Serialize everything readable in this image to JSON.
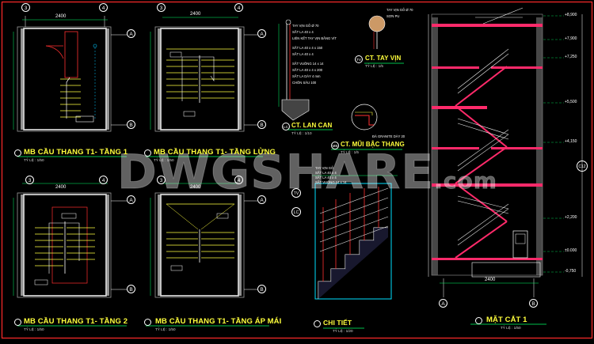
{
  "plans": {
    "p1": {
      "title": "MB CẦU THANG T1- TẦNG 1",
      "scale": "TỶ LỆ : 1/50",
      "axis_top": [
        "3",
        "4"
      ],
      "axis_side": [
        "A",
        "B"
      ],
      "dim_top": "2400"
    },
    "p2": {
      "title": "MB CẦU THANG T1- TẦNG LỬNG",
      "scale": "TỶ LỆ : 1/50",
      "axis_top": [
        "3",
        "4"
      ],
      "axis_side": [
        "A",
        "B"
      ],
      "dim_top": "2400"
    },
    "p3": {
      "title": "MB CẦU THANG T1- TẦNG 2",
      "scale": "TỶ LỆ : 1/50",
      "axis_top": [
        "3",
        "4"
      ],
      "axis_side": [
        "A",
        "B"
      ],
      "dim_top": "2400"
    },
    "p4": {
      "title": "MB CẦU THANG T1- TẦNG ÁP MÁI",
      "scale": "TỶ LỆ : 1/50",
      "axis_top": [
        "3",
        "4"
      ],
      "axis_side": [
        "A",
        "B"
      ],
      "dim_top": "2400"
    }
  },
  "details": {
    "lancan": {
      "title": "CT. LAN CAN",
      "scale": "TỶ LỆ : 1/10",
      "notes": [
        "TAY VỊN GỖ Ø 70",
        "SẮT LA 40 x 4",
        "LIÊN KẾT TAY VỊN BẰNG VÍT",
        "SẮT LA 40 x 4 x 150",
        "SẮT LA 40 x 4",
        "SẮT VUÔNG 14 x 14",
        "SẮT LA 40 x 4 x 200",
        "SẮT LA DÀY 4 mm",
        "CHÔN SÂU 100"
      ]
    },
    "tayvin": {
      "title": "CT. TAY VỊN",
      "scale": "TỶ LỆ : 1/5",
      "notes": [
        "TAY VỊN GỖ Ø 70",
        "SƠN PU"
      ],
      "tag": "TV"
    },
    "muibac": {
      "title": "CT. MŨI BẬC THANG",
      "scale": "TỶ LỆ : 1/5",
      "notes": [
        "ĐÁ GRANITE DÀY 20"
      ],
      "tag": "MB"
    },
    "chitiet": {
      "title": "CHI TIẾT",
      "scale": "TỶ LỆ : 1/20",
      "notes": [
        "TAY VỊN GỖ",
        "SẮT LA 40 x 4",
        "SẮT LA 40 x 4",
        "SẮT VUÔNG 14 x 14"
      ],
      "tags": [
        "TV",
        "LC"
      ]
    }
  },
  "section": {
    "title": "MẶT CẮT 1",
    "scale": "TỶ LỆ : 1/50",
    "levels": [
      "+8,900",
      "+7,900",
      "+7,250",
      "+5,500",
      "+4,150",
      "+2,200",
      "±0.000",
      "-0,750"
    ],
    "axis": [
      "A",
      "B"
    ],
    "tag": "C12",
    "dim_bottom": "2400"
  },
  "watermark": {
    "text": "DWGSHARE",
    "suffix": ".com"
  }
}
